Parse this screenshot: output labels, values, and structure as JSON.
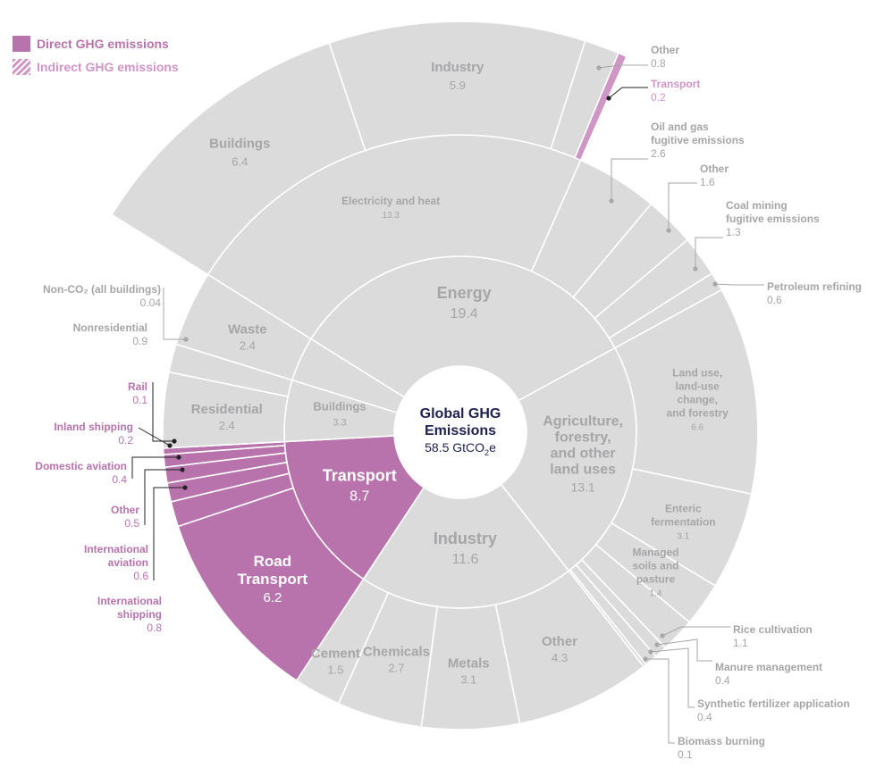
{
  "chart_data": {
    "type": "sunburst",
    "title": "Global GHG Emissions",
    "total_value": "58.5",
    "total_unit_main": "GtCO",
    "total_unit_sub": "2",
    "total_unit_tail": "e",
    "colors": {
      "grey": "#dcdbdc",
      "grey_text": "#a6a5a7",
      "magenta": "#b873ad",
      "magenta_light": "#cf95c5",
      "navy": "#1e2150",
      "white": "#ffffff"
    },
    "legend": [
      {
        "label": "Direct GHG emissions",
        "pattern": "solid"
      },
      {
        "label": "Indirect GHG emissions",
        "pattern": "hatched"
      }
    ],
    "inner": [
      {
        "name": "Energy",
        "value": "19.4"
      },
      {
        "name": "Agriculture, forestry, and other land uses",
        "value": "13.1"
      },
      {
        "name": "Industry",
        "value": "11.6"
      },
      {
        "name": "Transport",
        "value": "8.7"
      },
      {
        "name": "Buildings",
        "value": "3.3"
      },
      {
        "name": "Waste",
        "value": "2.4"
      }
    ],
    "middle": [
      {
        "name": "Electricity and heat",
        "value": "13.3",
        "parent": "Energy"
      },
      {
        "name": "Oil and gas fugitive emissions",
        "value": "2.6",
        "parent": "Energy"
      },
      {
        "name": "Other",
        "value": "1.6",
        "parent": "Energy"
      },
      {
        "name": "Coal mining fugitive emissions",
        "value": "1.3",
        "parent": "Energy"
      },
      {
        "name": "Petroleum refining",
        "value": "0.6",
        "parent": "Energy"
      },
      {
        "name": "Land use, land-use change, and forestry",
        "value": "6.6",
        "parent": "Agriculture, forestry, and other land uses"
      },
      {
        "name": "Enteric fermentation",
        "value": "3.1",
        "parent": "Agriculture, forestry, and other land uses"
      },
      {
        "name": "Managed soils and pasture",
        "value": "1.4",
        "parent": "Agriculture, forestry, and other land uses"
      },
      {
        "name": "Rice cultivation",
        "value": "1.1",
        "parent": "Agriculture, forestry, and other land uses"
      },
      {
        "name": "Manure management",
        "value": "0.4",
        "parent": "Agriculture, forestry, and other land uses"
      },
      {
        "name": "Synthetic fertilizer application",
        "value": "0.4",
        "parent": "Agriculture, forestry, and other land uses"
      },
      {
        "name": "Biomass burning",
        "value": "0.1",
        "parent": "Agriculture, forestry, and other land uses"
      },
      {
        "name": "Other",
        "value": "4.3",
        "parent": "Industry"
      },
      {
        "name": "Metals",
        "value": "3.1",
        "parent": "Industry"
      },
      {
        "name": "Chemicals",
        "value": "2.7",
        "parent": "Industry"
      },
      {
        "name": "Cement",
        "value": "1.5",
        "parent": "Industry"
      },
      {
        "name": "Road Transport",
        "value": "6.2",
        "parent": "Transport"
      },
      {
        "name": "International shipping",
        "value": "0.8",
        "parent": "Transport"
      },
      {
        "name": "International aviation",
        "value": "0.6",
        "parent": "Transport"
      },
      {
        "name": "Other",
        "value": "0.5",
        "parent": "Transport"
      },
      {
        "name": "Domestic aviation",
        "value": "0.4",
        "parent": "Transport"
      },
      {
        "name": "Inland shipping",
        "value": "0.2",
        "parent": "Transport"
      },
      {
        "name": "Rail",
        "value": "0.1",
        "parent": "Transport"
      },
      {
        "name": "Residential",
        "value": "2.4",
        "parent": "Buildings"
      },
      {
        "name": "Nonresidential",
        "value": "0.9",
        "parent": "Buildings"
      },
      {
        "name": "Non-CO2 (all buildings)",
        "value": "0.04",
        "parent": "Buildings"
      },
      {
        "name": "Waste",
        "value": "2.4",
        "parent": "Waste"
      }
    ],
    "outer_indirect": [
      {
        "name": "Buildings",
        "value": "6.4",
        "parent": "Electricity and heat"
      },
      {
        "name": "Industry",
        "value": "5.9",
        "parent": "Electricity and heat"
      },
      {
        "name": "Other",
        "value": "0.8",
        "parent": "Electricity and heat"
      },
      {
        "name": "Transport",
        "value": "0.2",
        "parent": "Electricity and heat"
      }
    ]
  }
}
